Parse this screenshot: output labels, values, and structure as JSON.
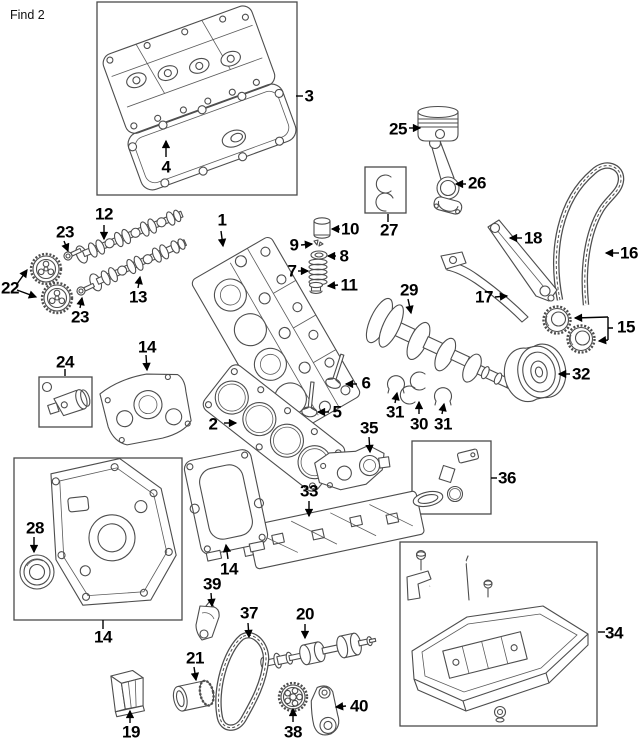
{
  "header": {
    "find_label": "Find 2"
  },
  "diagram": {
    "type": "exploded-parts-diagram",
    "callouts": {
      "c1": "1",
      "c2": "2",
      "c3": "3",
      "c4": "4",
      "c5": "5",
      "c6": "6",
      "c7": "7",
      "c8": "8",
      "c9": "9",
      "c10": "10",
      "c11": "11",
      "c12": "12",
      "c13": "13",
      "c14a": "14",
      "c14b": "14",
      "c14c": "14",
      "c15": "15",
      "c16": "16",
      "c17": "17",
      "c18": "18",
      "c19": "19",
      "c20": "20",
      "c21": "21",
      "c22": "22",
      "c23a": "23",
      "c23b": "23",
      "c24": "24",
      "c25": "25",
      "c26": "26",
      "c27": "27",
      "c28": "28",
      "c29": "29",
      "c30": "30",
      "c31a": "31",
      "c31b": "31",
      "c32": "32",
      "c33": "33",
      "c34": "34",
      "c35": "35",
      "c36": "36",
      "c37": "37",
      "c38": "38",
      "c39": "39",
      "c40": "40"
    }
  }
}
